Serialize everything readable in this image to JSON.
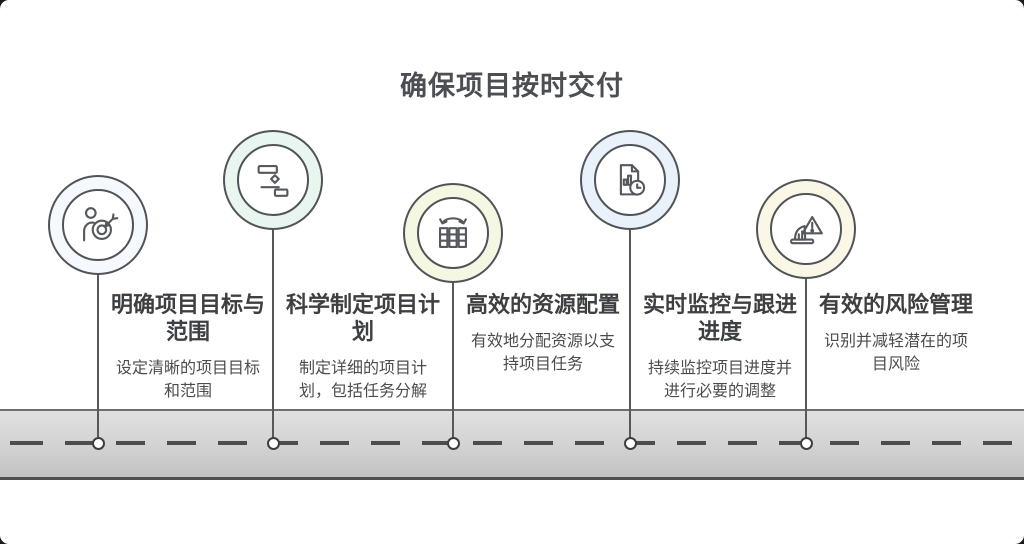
{
  "page": {
    "title": "确保项目按时交付",
    "background": "#ffffff",
    "title_color": "#4b4e52"
  },
  "road": {
    "fill_top": "#e0e0e0",
    "fill_bottom": "#c3c3c3",
    "border_color": "#5a5a5a",
    "dash_color": "#4d4d4d",
    "node_fill": "#ffffff",
    "node_border": "#3e3e3e"
  },
  "line_color": "#55585c",
  "milestones": [
    {
      "icon": "goal-target-icon",
      "ring_color": "#f5f8fc",
      "title": "明确项目目标与范围",
      "title_lines": [
        "明确项目目标与",
        "范围"
      ],
      "desc": "设定清晰的项目目标和范围",
      "desc_lines": [
        "设定清晰的项目目标",
        "和范围"
      ]
    },
    {
      "icon": "gantt-chart-icon",
      "ring_color": "#e9f6ef",
      "title": "科学制定项目计划",
      "title_lines": [
        "科学制定项目计",
        "划"
      ],
      "desc": "制定详细的项目计划，包括任务分解",
      "desc_lines": [
        "制定详细的项目计",
        "划，包括任务分解"
      ]
    },
    {
      "icon": "resource-allocation-icon",
      "ring_color": "#f4f7e2",
      "title": "高效的资源配置",
      "title_lines": [
        "高效的资源配置"
      ],
      "desc": "有效地分配资源以支持项目任务",
      "desc_lines": [
        "有效地分配资源以支",
        "持项目任务"
      ]
    },
    {
      "icon": "progress-report-clock-icon",
      "ring_color": "#e9f1fa",
      "title": "实时监控与跟进进度",
      "title_lines": [
        "实时监控与跟进",
        "进度"
      ],
      "desc": "持续监控项目进度并进行必要的调整",
      "desc_lines": [
        "持续监控项目进度并",
        "进行必要的调整"
      ]
    },
    {
      "icon": "risk-warning-icon",
      "ring_color": "#fbf7e6",
      "title": "有效的风险管理",
      "title_lines": [
        "有效的风险管理"
      ],
      "desc": "识别并减轻潜在的项目风险",
      "desc_lines": [
        "识别并减轻潜在的项",
        "目风险"
      ]
    }
  ]
}
